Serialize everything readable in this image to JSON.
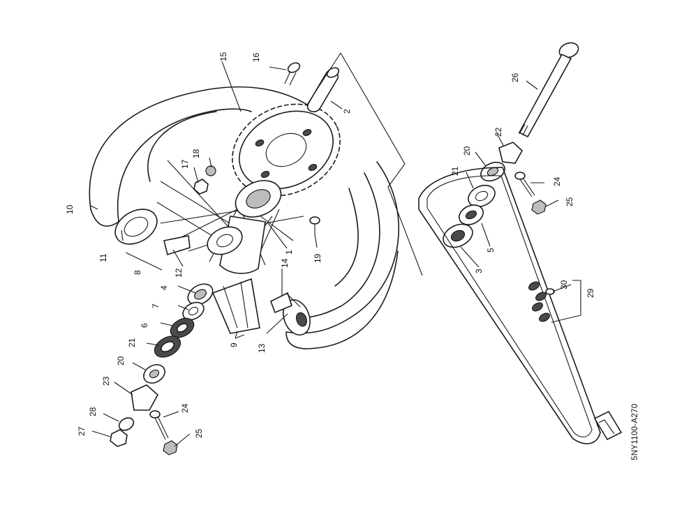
{
  "diagram": {
    "drawing_code": "5NY1100-A270",
    "callouts": [
      {
        "id": "c1",
        "text": "1"
      },
      {
        "id": "c2",
        "text": "2"
      },
      {
        "id": "c3",
        "text": "3"
      },
      {
        "id": "c4",
        "text": "4"
      },
      {
        "id": "c5",
        "text": "5"
      },
      {
        "id": "c6",
        "text": "6"
      },
      {
        "id": "c7",
        "text": "7"
      },
      {
        "id": "c8",
        "text": "8"
      },
      {
        "id": "c9",
        "text": "9"
      },
      {
        "id": "c10",
        "text": "10"
      },
      {
        "id": "c11",
        "text": "11"
      },
      {
        "id": "c12",
        "text": "12"
      },
      {
        "id": "c13",
        "text": "13"
      },
      {
        "id": "c14",
        "text": "14"
      },
      {
        "id": "c15",
        "text": "15"
      },
      {
        "id": "c16",
        "text": "16"
      },
      {
        "id": "c17",
        "text": "17"
      },
      {
        "id": "c18",
        "text": "18"
      },
      {
        "id": "c19",
        "text": "19"
      },
      {
        "id": "c20a",
        "text": "20"
      },
      {
        "id": "c20b",
        "text": "20"
      },
      {
        "id": "c21a",
        "text": "21"
      },
      {
        "id": "c21b",
        "text": "21"
      },
      {
        "id": "c22",
        "text": "22"
      },
      {
        "id": "c23",
        "text": "23"
      },
      {
        "id": "c24a",
        "text": "24"
      },
      {
        "id": "c24b",
        "text": "24"
      },
      {
        "id": "c25a",
        "text": "25"
      },
      {
        "id": "c25b",
        "text": "25"
      },
      {
        "id": "c26",
        "text": "26"
      },
      {
        "id": "c27",
        "text": "27"
      },
      {
        "id": "c28",
        "text": "28"
      },
      {
        "id": "c29",
        "text": "29"
      },
      {
        "id": "c30",
        "text": "30"
      }
    ]
  }
}
